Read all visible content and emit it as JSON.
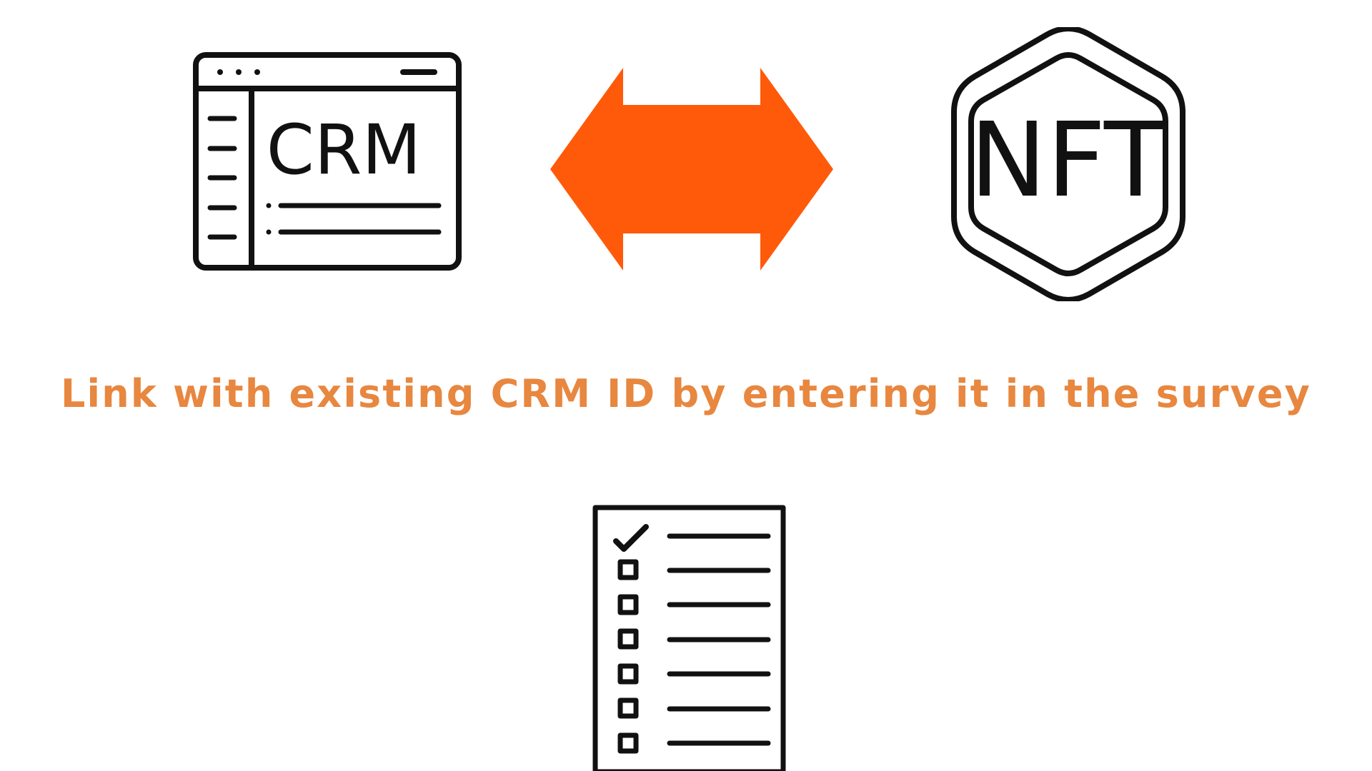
{
  "caption": "Link with existing CRM ID by entering it in the survey",
  "colors": {
    "caption": "#E8873F",
    "arrow": "#FF5A0A",
    "stroke": "#111111",
    "background": "#FFFFFF"
  },
  "crm": {
    "icon": "crm-window-icon",
    "label": "CRM"
  },
  "arrow": {
    "icon": "double-headed-arrow-icon"
  },
  "nft": {
    "icon": "nft-hexagon-icon",
    "label": "NFT"
  },
  "survey": {
    "icon": "survey-checklist-icon",
    "checked_count": 1,
    "unchecked_count": 6
  }
}
